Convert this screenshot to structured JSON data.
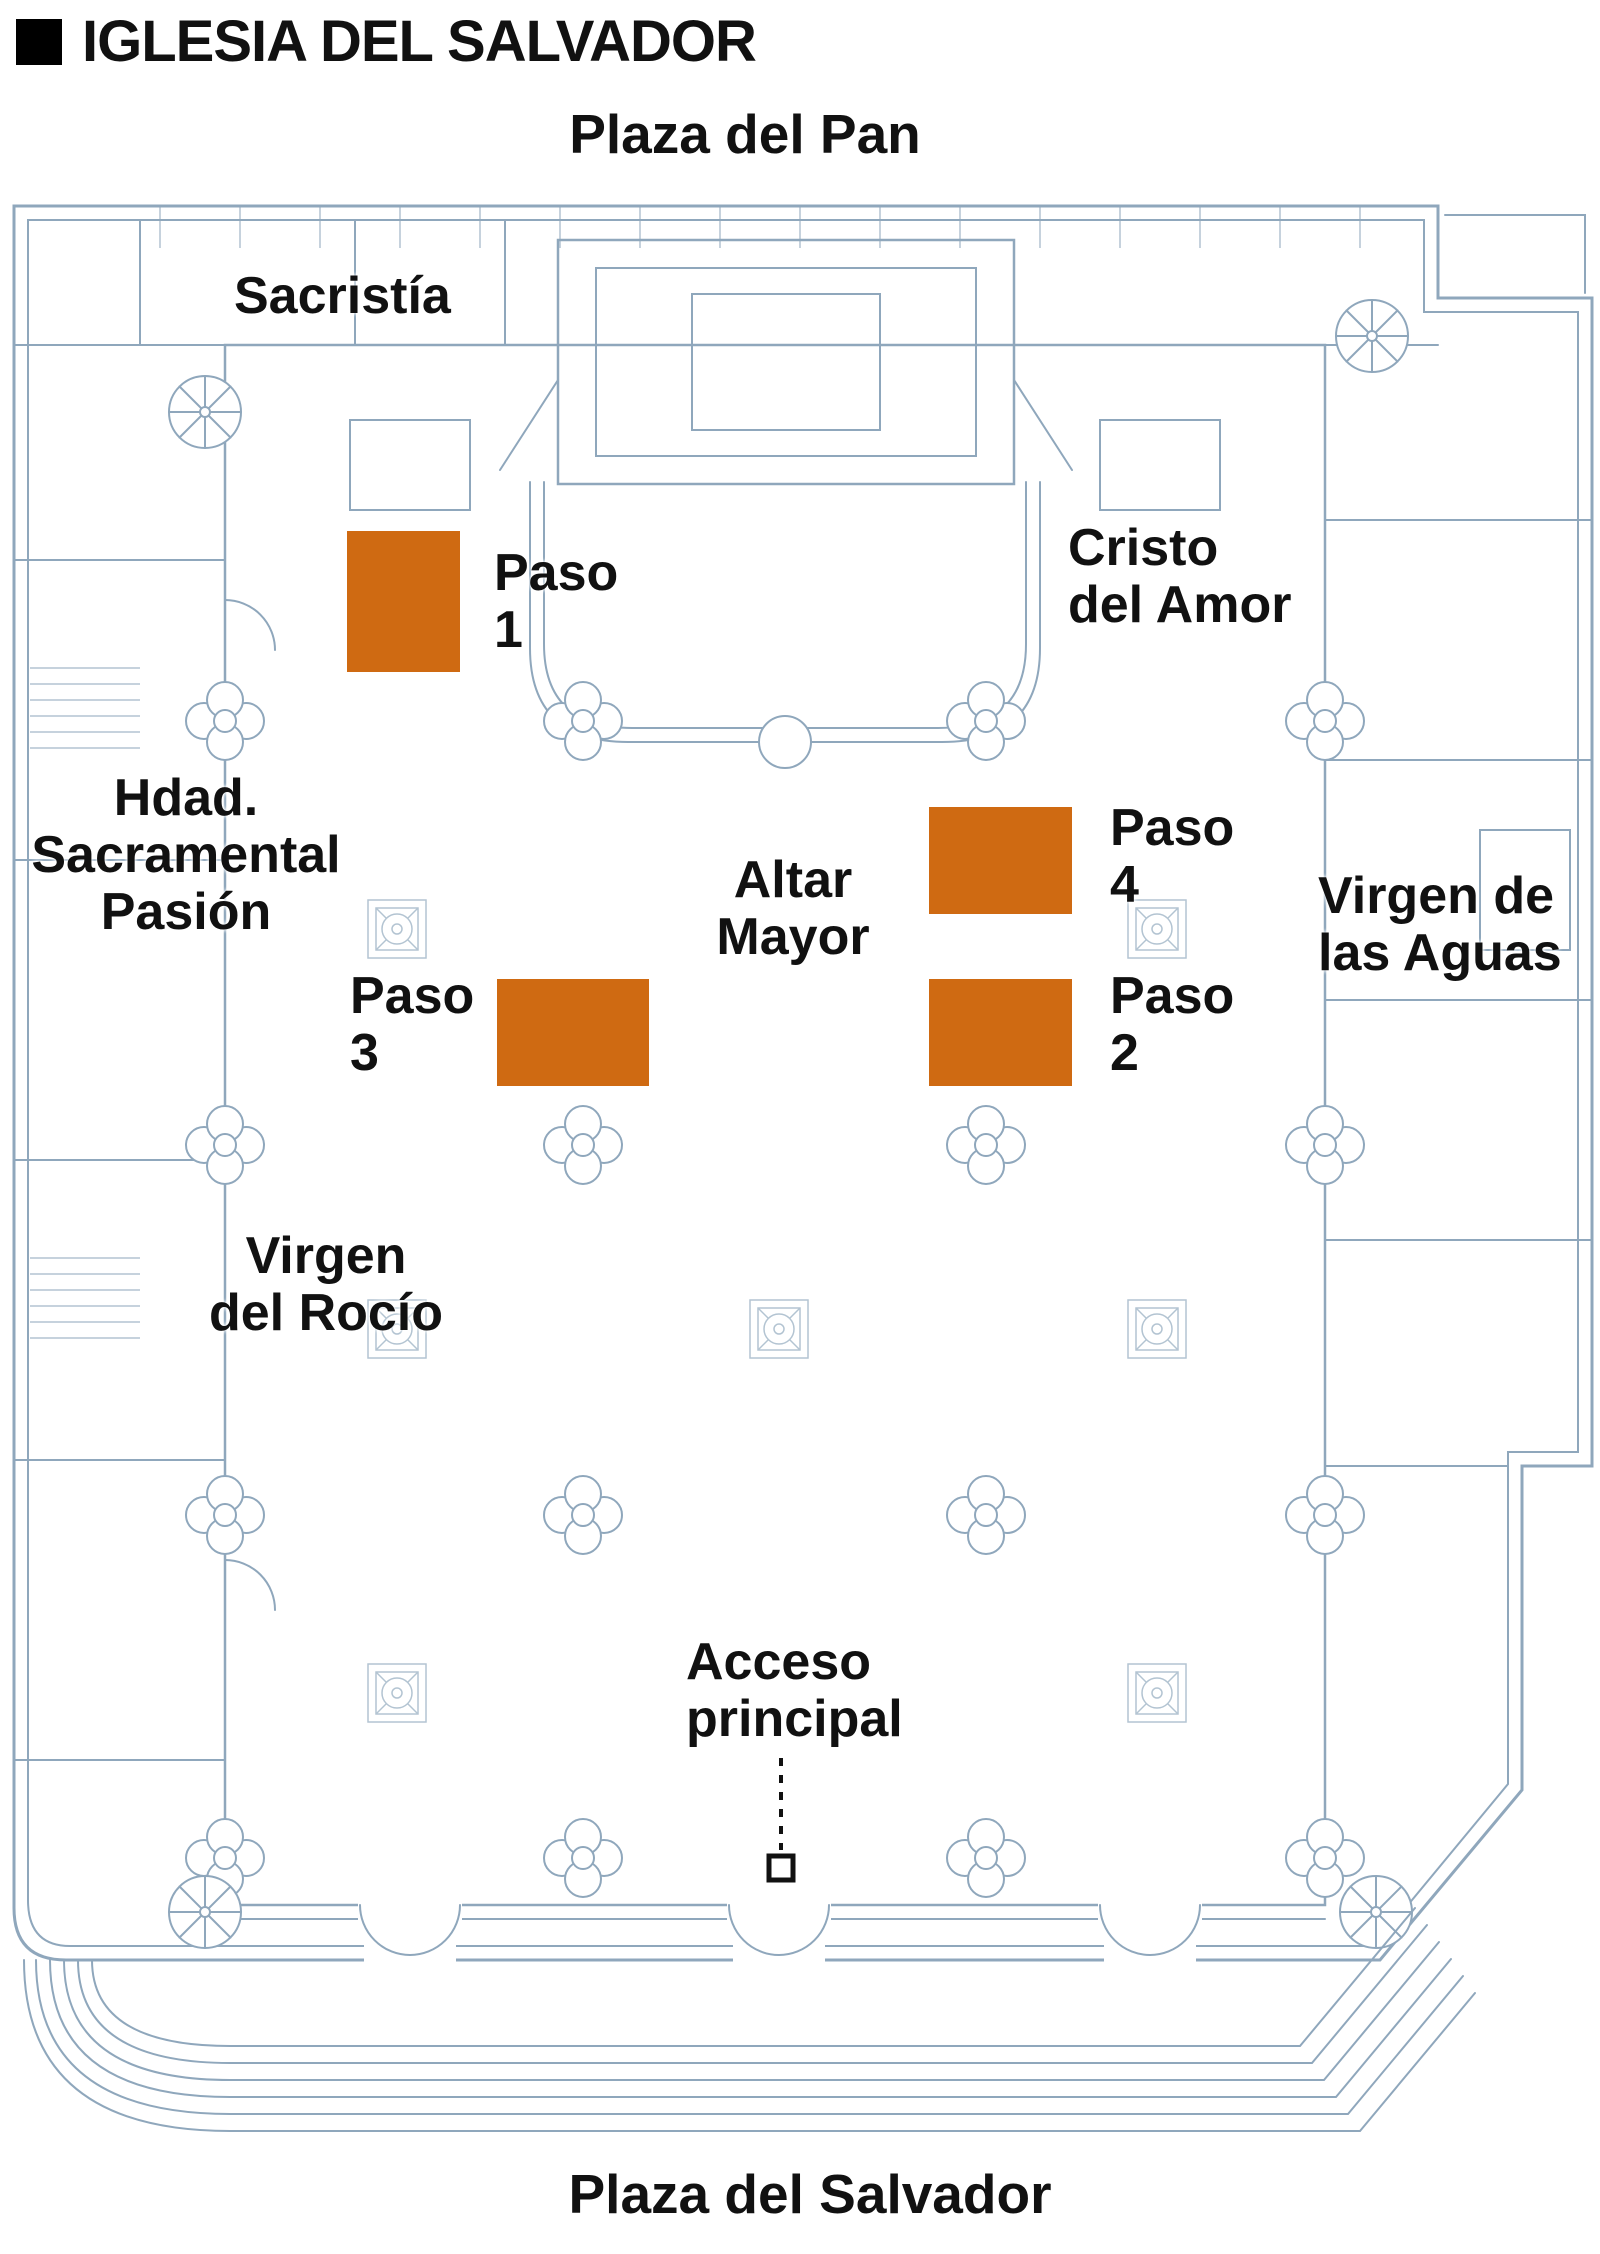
{
  "title": {
    "text": "IGLESIA DEL SALVADOR"
  },
  "streets": {
    "top": "Plaza del Pan",
    "bottom": "Plaza del Salvador"
  },
  "labels": {
    "sacristia": "Sacristía",
    "cristo_del_amor": "Cristo\ndel Amor",
    "hdad_sacramental": "Hdad.\nSacramental\nPasión",
    "altar_mayor": "Altar\nMayor",
    "virgen_aguas": "Virgen de\nlas Aguas",
    "virgen_rocio": "Virgen\ndel Rocío",
    "acceso_principal": "Acceso\nprincipal",
    "paso1": "Paso\n1",
    "paso2": "Paso\n2",
    "paso3": "Paso\n3",
    "paso4": "Paso\n4"
  },
  "colors": {
    "accent": "#cf6a12",
    "plan_line": "#8fa7bc",
    "plan_line_light": "#b3c4d2",
    "text": "#111111",
    "background": "#ffffff"
  }
}
